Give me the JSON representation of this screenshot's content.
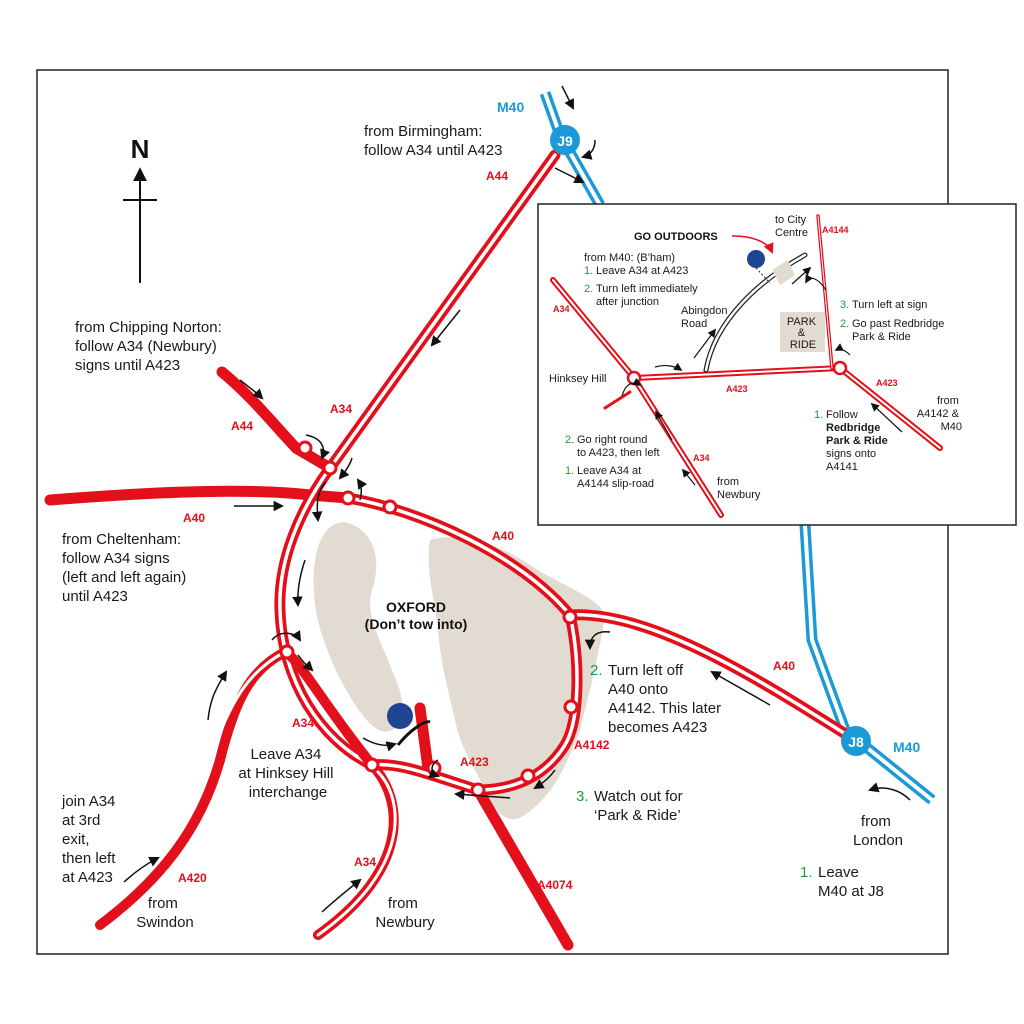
{
  "map": {
    "north_label": "N",
    "city": {
      "name": "OXFORD",
      "note": "(Don’t tow into)"
    },
    "motorways": {
      "m40_top": "M40",
      "m40_right": "M40",
      "junction_9": "J9",
      "junction_8": "J8"
    },
    "roads": {
      "a44_top": "A44",
      "a44_left": "A44",
      "a34_top": "A34",
      "a34_left": "A34",
      "a34_bottom": "A34",
      "a40_left": "A40",
      "a40_mid": "A40",
      "a40_right": "A40",
      "a4142": "A4142",
      "a423": "A423",
      "a420": "A420",
      "a4074": "A4074"
    },
    "directions": {
      "birmingham": [
        "from Birmingham:",
        "follow A34 until A423"
      ],
      "chipping_norton": [
        "from Chipping Norton:",
        "follow A34 (Newbury)",
        "signs until A423"
      ],
      "cheltenham": [
        "from Cheltenham:",
        "follow A34 signs",
        "(left and left again)",
        "until A423"
      ],
      "hinksey": [
        "Leave A34",
        "at Hinksey Hill",
        "interchange"
      ],
      "swindon_join": [
        "join A34",
        "at 3rd",
        "exit,",
        "then left",
        "at A423"
      ],
      "from_swindon": [
        "from",
        "Swindon"
      ],
      "from_newbury": [
        "from",
        "Newbury"
      ],
      "from_london": [
        "from",
        "London"
      ],
      "step1_num": "1.",
      "step1": [
        "Leave",
        "M40 at J8"
      ],
      "step2_num": "2.",
      "step2": [
        "Turn left off",
        "A40 onto",
        "A4142. This later",
        "becomes A423"
      ],
      "step3_num": "3.",
      "step3": [
        "Watch out for",
        "‘Park & Ride’"
      ]
    },
    "inset": {
      "go_outdoors": "GO OUTDOORS",
      "to_city_centre": [
        "to City",
        "Centre"
      ],
      "a4144": "A4144",
      "a34_top": "A34",
      "a34_bottom": "A34",
      "a423_mid": "A423",
      "a423_right": "A423",
      "hinksey_hill": "Hinksey Hill",
      "abingdon_road": [
        "Abingdon",
        "Road"
      ],
      "park_ride": [
        "PARK",
        "&",
        "RIDE"
      ],
      "from_m40_head": "from M40: (B’ham)",
      "m40_steps": [
        {
          "num": "1.",
          "text": [
            "Leave A34 at A423"
          ]
        },
        {
          "num": "2.",
          "text": [
            "Turn left immediately",
            "after junction"
          ]
        }
      ],
      "right_steps": [
        {
          "num": "3.",
          "text": [
            "Turn left at sign"
          ]
        },
        {
          "num": "2.",
          "text": [
            "Go past Redbridge",
            "Park & Ride"
          ]
        }
      ],
      "newbury_steps": [
        {
          "num": "2.",
          "text": [
            "Go right round",
            "to A423, then left"
          ]
        },
        {
          "num": "1.",
          "text": [
            "Leave A34 at",
            "A4144 slip-road"
          ]
        }
      ],
      "from_newbury": [
        "from",
        "Newbury"
      ],
      "from_a4142": [
        "from",
        "A4142 &",
        "M40"
      ],
      "follow_num": "1.",
      "follow_text": [
        "Follow"
      ],
      "follow_bold": [
        "Redbridge",
        "Park & Ride"
      ],
      "follow_tail": [
        "signs onto",
        "A4141"
      ]
    },
    "colors": {
      "road_red": "#e3101c",
      "motorway_blue": "#1b9ad6",
      "city_fill": "#e2dbd1",
      "step_green": "#1e9a3a",
      "marker_blue": "#1f4494"
    }
  }
}
